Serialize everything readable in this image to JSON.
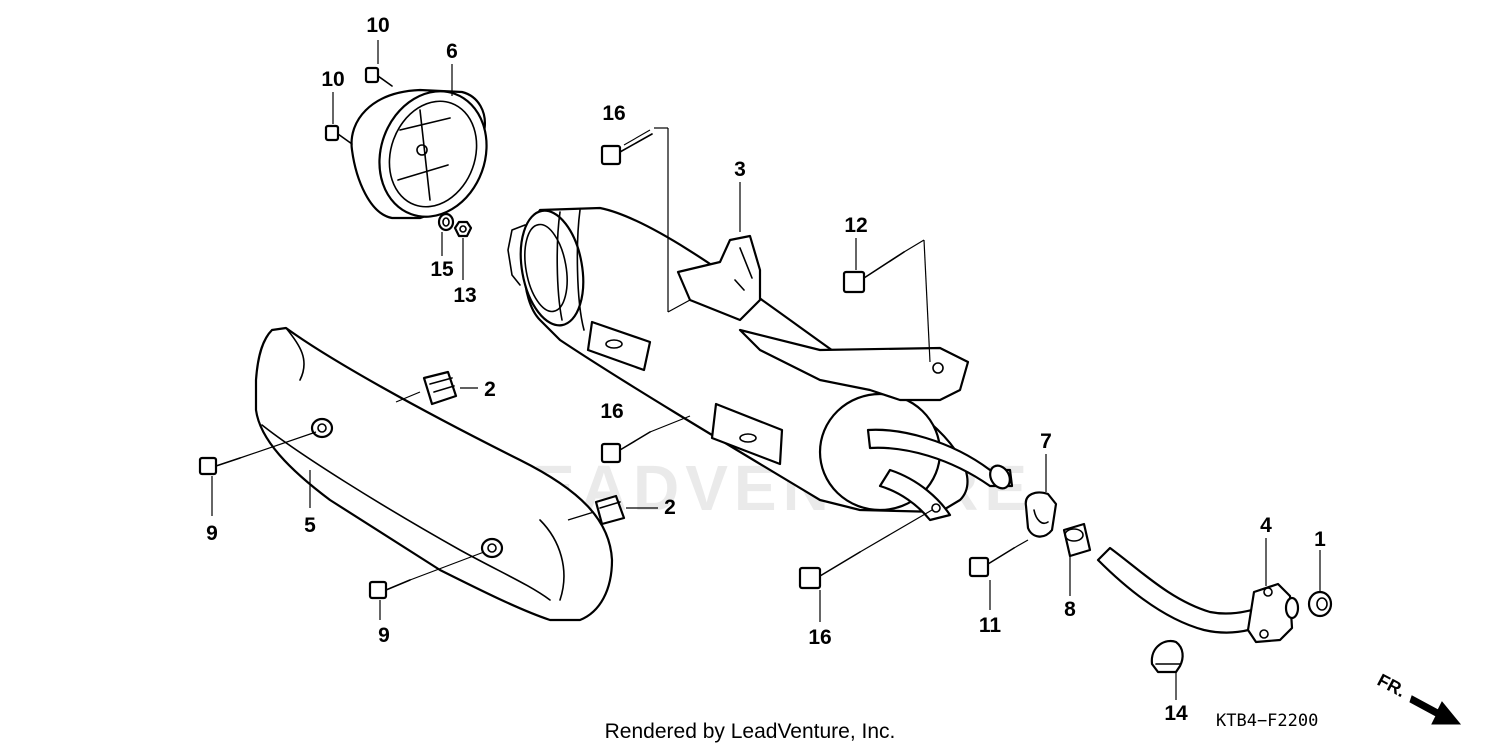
{
  "watermark": "LEADVENTURE",
  "diagram_code": "KTB4−F2200",
  "credit": "Rendered by LeadVenture, Inc.",
  "direction_label": "FR.",
  "callouts": {
    "c1": "1",
    "c2a": "2",
    "c2b": "2",
    "c3": "3",
    "c4": "4",
    "c5": "5",
    "c6": "6",
    "c7": "7",
    "c8": "8",
    "c9a": "9",
    "c9b": "9",
    "c10a": "10",
    "c10b": "10",
    "c11": "11",
    "c12": "12",
    "c13": "13",
    "c14": "14",
    "c15": "15",
    "c16a": "16",
    "c16b": "16",
    "c16c": "16"
  }
}
